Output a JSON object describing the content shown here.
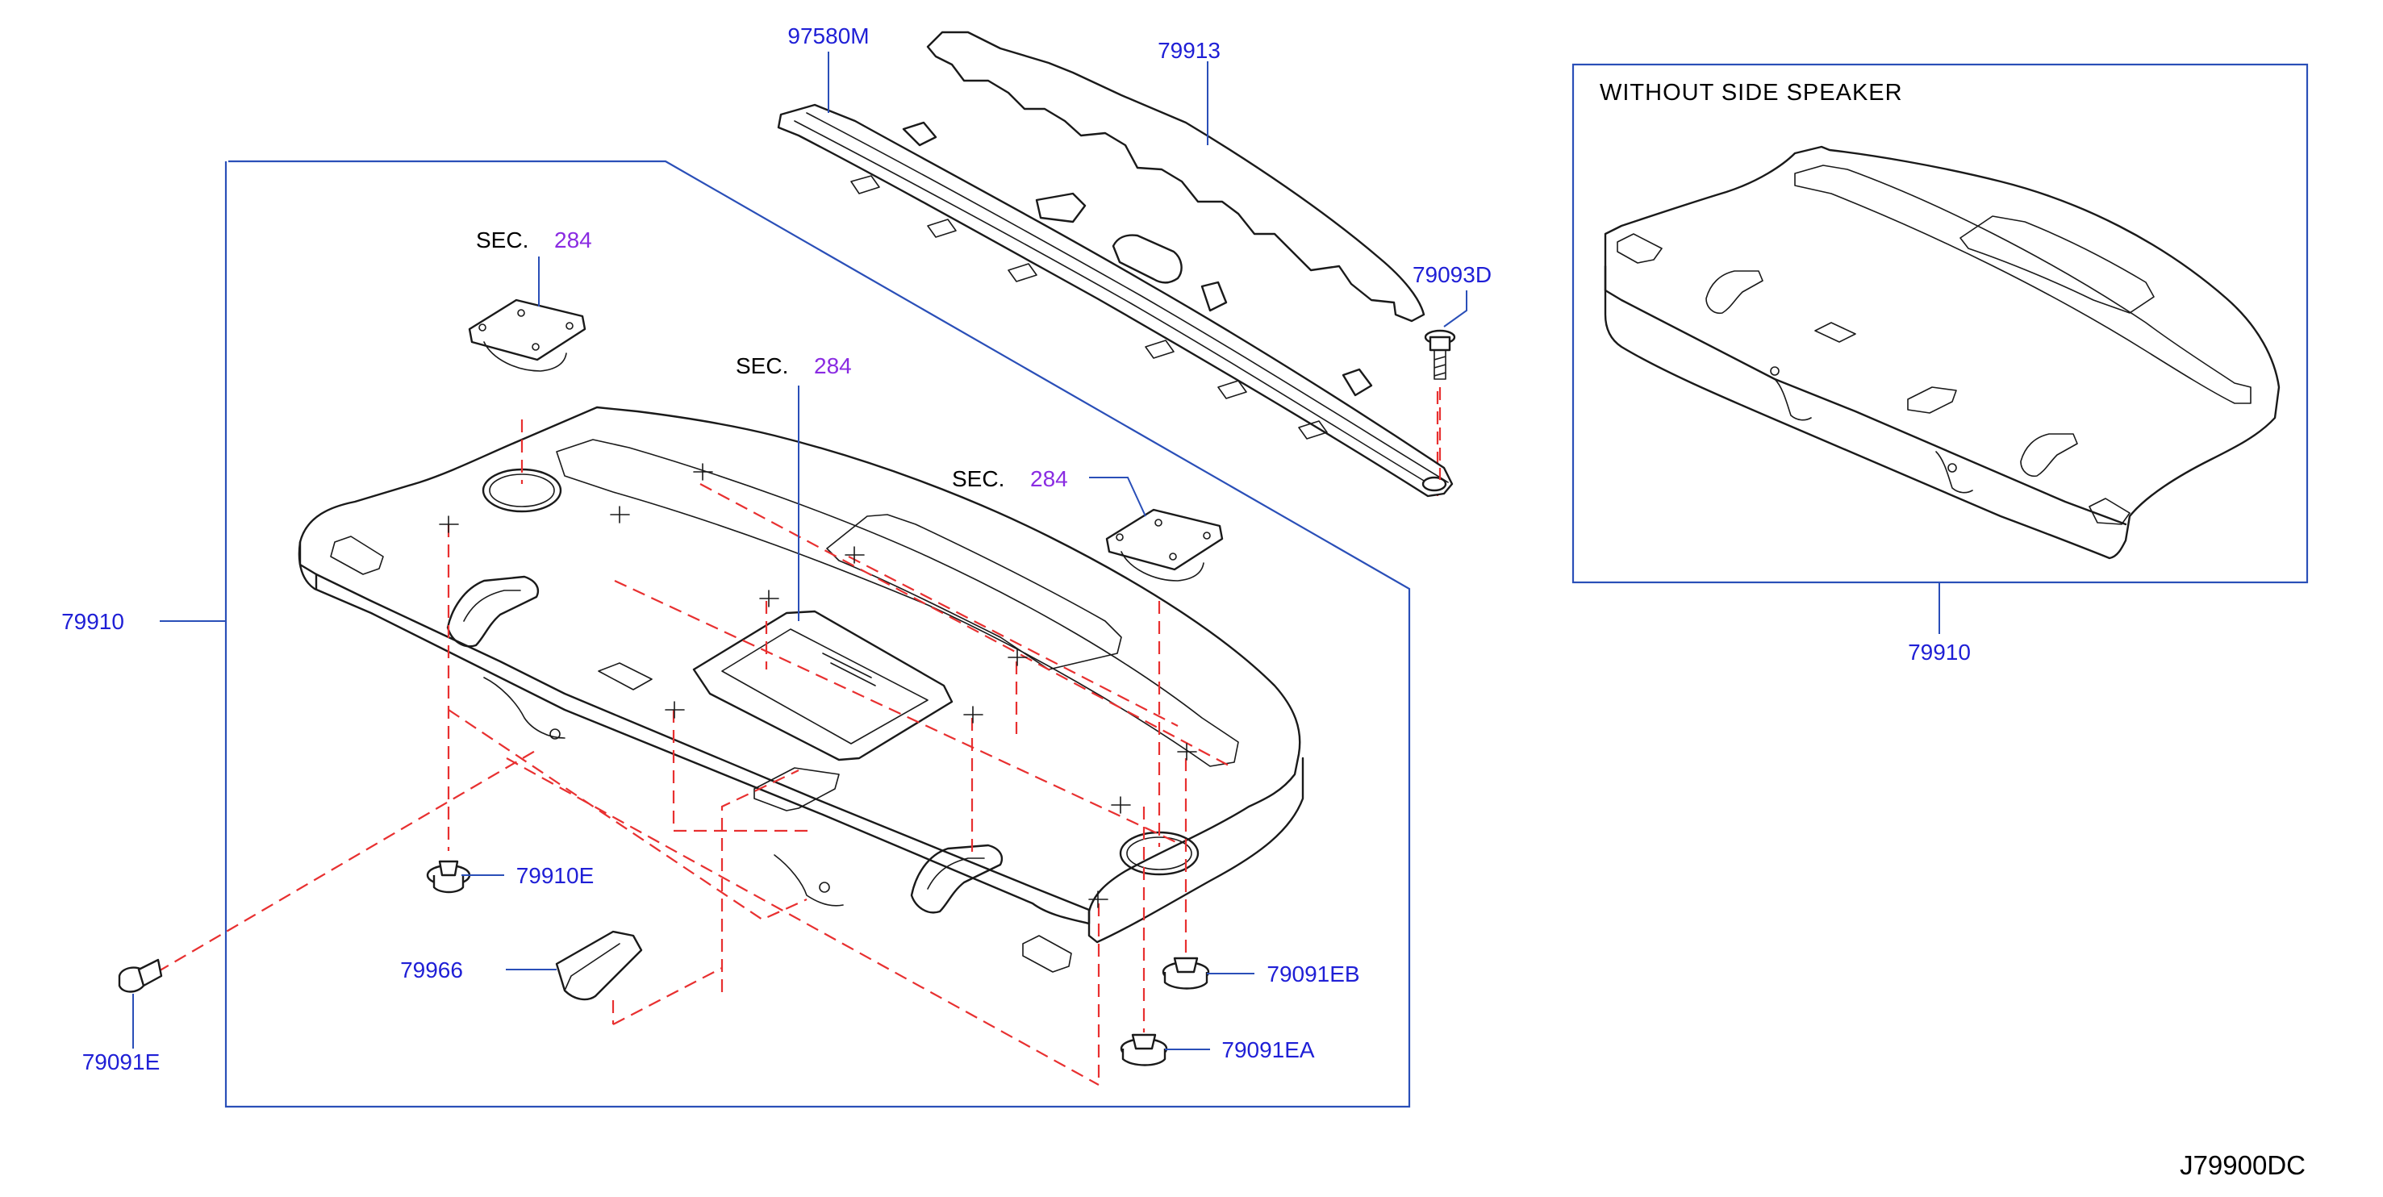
{
  "diagram_code": "J79900DC",
  "inset": {
    "title": "WITHOUT   SIDE   SPEAKER",
    "part_label": "79910"
  },
  "sections": [
    {
      "prefix": "SEC.",
      "number": "284"
    },
    {
      "prefix": "SEC.",
      "number": "284"
    },
    {
      "prefix": "SEC.",
      "number": "284"
    }
  ],
  "parts": {
    "p97580M": "97580M",
    "p79913": "79913",
    "p79093D": "79093D",
    "p79910": "79910",
    "p79910E": "79910E",
    "p79966": "79966",
    "p79091E": "79091E",
    "p79091EB": "79091EB",
    "p79091EA": "79091EA"
  },
  "colors": {
    "part_label": "#1f1fd6",
    "section_number": "#8a2be2",
    "leader_line": "#2a4fb8",
    "assembly_guide": "#e83030",
    "outline": "#1a1a1a"
  }
}
